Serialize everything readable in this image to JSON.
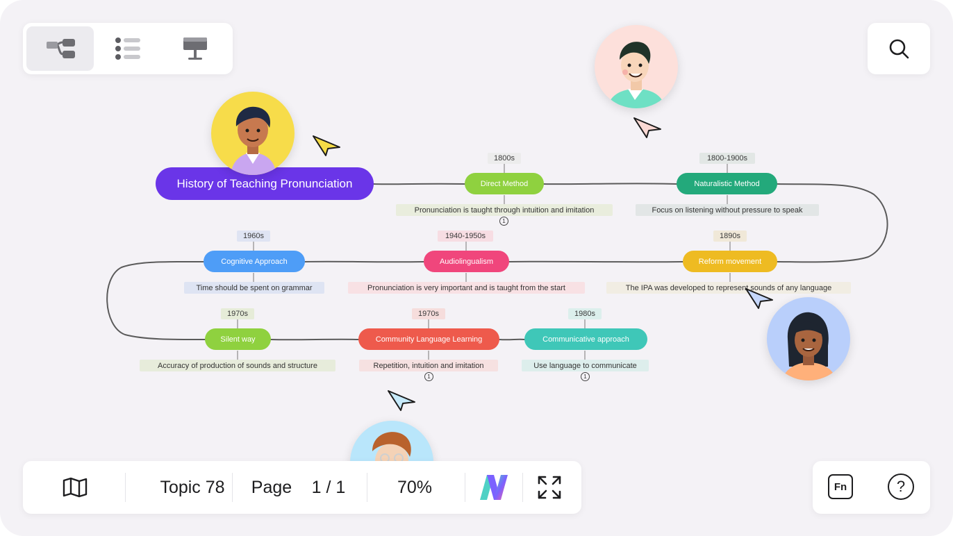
{
  "toolbar": {
    "views": [
      {
        "name": "mind-map-view",
        "icon": "mind-map-icon",
        "active": true
      },
      {
        "name": "outline-view",
        "icon": "list-icon",
        "active": false
      },
      {
        "name": "presentation-view",
        "icon": "presentation-icon",
        "active": false
      }
    ],
    "search_icon": "search-icon"
  },
  "mindmap": {
    "root": "History of Teaching Pronunciation",
    "topics": [
      {
        "label": "Direct Method",
        "date": "1800s",
        "note": "Pronunciation is taught through intuition and imitation",
        "note_count": "1",
        "color": "#8fd13f"
      },
      {
        "label": "Naturalistic Method",
        "date": "1800-1900s",
        "note": "Focus on listening without pressure to speak",
        "color": "#23a97b"
      },
      {
        "label": "Reform movement",
        "date": "1890s",
        "note": "The IPA was developed to represent sounds of any language",
        "color": "#eebb22"
      },
      {
        "label": "Audiolingualism",
        "date": "1940-1950s",
        "note": "Pronunciation is very important and is taught from the start",
        "color": "#f0467c"
      },
      {
        "label": "Cognitive Approach",
        "date": "1960s",
        "note": "Time should be spent on grammar",
        "color": "#4e9df7"
      },
      {
        "label": "Silent way",
        "date": "1970s",
        "note": "Accuracy of production of sounds and structure",
        "color": "#8fd13f"
      },
      {
        "label": "Community Language Learning",
        "date": "1970s",
        "note": "Repetition, intuition and imitation",
        "note_count": "1",
        "color": "#ee5a4c"
      },
      {
        "label": "Communicative approach",
        "date": "1980s",
        "note": "Use language to communicate",
        "note_count": "1",
        "color": "#3fc7b8"
      }
    ]
  },
  "bottom_bar": {
    "map_icon": "map-icon",
    "topic_label": "Topic 78",
    "page_label": "Page",
    "page_value": "1 / 1",
    "zoom": "70%",
    "logo_icon": "app-logo-icon",
    "fullscreen_icon": "fullscreen-icon"
  },
  "help": {
    "fn_label": "Fn",
    "help_label": "?"
  },
  "colors": {
    "root": "#6a35e8",
    "background": "#f4f2f6",
    "connector": "#555555"
  }
}
